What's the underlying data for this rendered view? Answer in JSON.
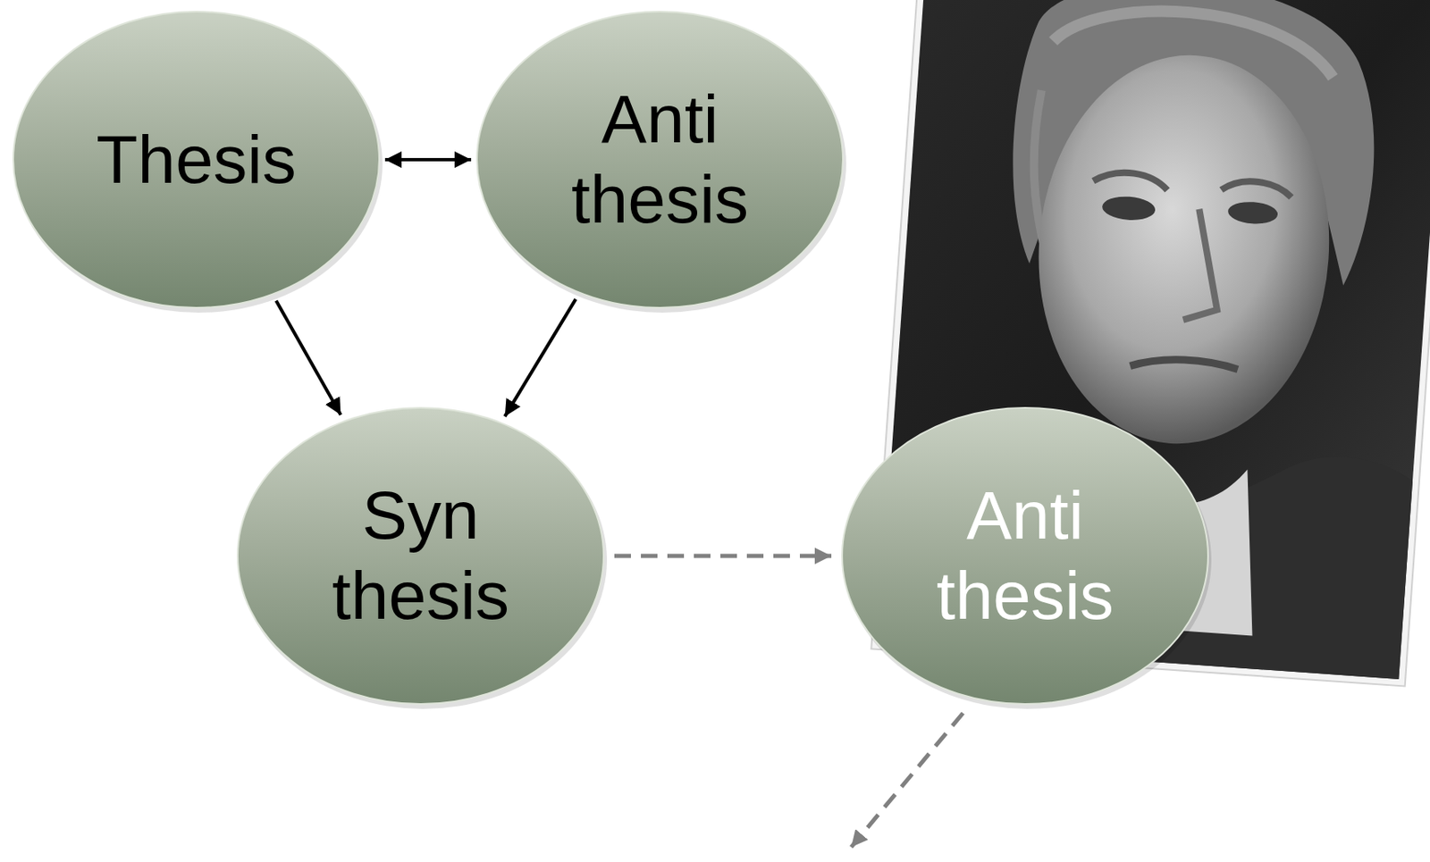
{
  "diagram": {
    "nodes": [
      {
        "text": [
          "Thesis"
        ]
      },
      {
        "text": [
          "Anti thesis"
        ]
      },
      {
        "text": [
          "Syn thesis"
        ]
      },
      {
        "text": [
          "Anti thesis"
        ]
      }
    ],
    "edges": [
      {
        "from": 0,
        "to": 1,
        "arrow": "both"
      },
      {
        "from": 0,
        "to": 2,
        "arrow": "to"
      },
      {
        "from": 1,
        "to": 2,
        "arrow": "to"
      },
      {
        "from": 2,
        "to": 3,
        "arrow": "to"
      }
    ]
  }
}
